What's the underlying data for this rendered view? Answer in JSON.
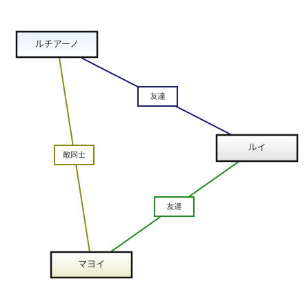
{
  "nodes": {
    "luchiano": {
      "label": "ルチアーノ",
      "fill_top": "#e6f0fb",
      "fill_bottom": "#ffffff",
      "border": "#111111"
    },
    "lui": {
      "label": "ルイ",
      "fill_top": "#ffffff",
      "fill_bottom": "#e3e3e3",
      "border": "#111111"
    },
    "mayoi": {
      "label": "マヨイ",
      "fill_top": "#ffffff",
      "fill_bottom": "#ecedcc",
      "border": "#111111"
    }
  },
  "edges": {
    "luchiano_lui": {
      "from": "ルチアーノ",
      "to": "ルイ",
      "label": "友達",
      "color": "#1c1c6e"
    },
    "luchiano_mayoi": {
      "from": "ルチアーノ",
      "to": "マヨイ",
      "label": "敵同士",
      "color": "#8c8a0e"
    },
    "lui_mayoi": {
      "from": "ルイ",
      "to": "マヨイ",
      "label": "友達",
      "color": "#1f8c1f"
    }
  }
}
